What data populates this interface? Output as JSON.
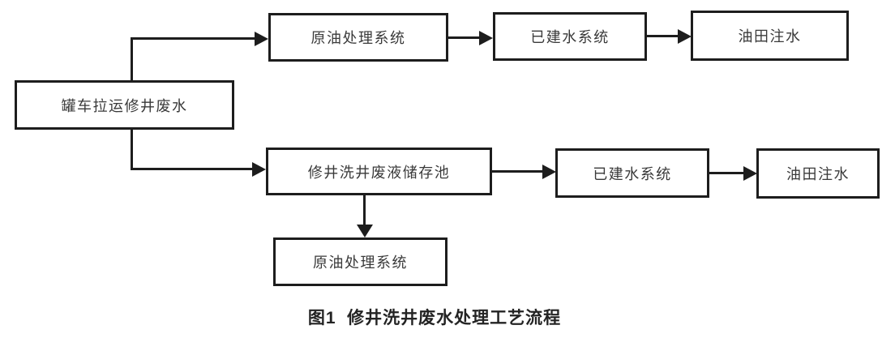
{
  "figure": {
    "caption": "图1  修井洗井废水处理工艺流程"
  },
  "diagram": {
    "type": "flowchart",
    "nodes": {
      "source": {
        "label": "罐车拉运修井废水"
      },
      "top_oil_treatment": {
        "label": "原油处理系统"
      },
      "top_water_system": {
        "label": "已建水系统"
      },
      "top_injection": {
        "label": "油田注水"
      },
      "storage_pool": {
        "label": "修井洗井废液储存池"
      },
      "mid_water_system": {
        "label": "已建水系统"
      },
      "mid_injection": {
        "label": "油田注水"
      },
      "bottom_oil_treatment": {
        "label": "原油处理系统"
      }
    },
    "edges": [
      {
        "from": "source",
        "to": "top_oil_treatment"
      },
      {
        "from": "top_oil_treatment",
        "to": "top_water_system"
      },
      {
        "from": "top_water_system",
        "to": "top_injection"
      },
      {
        "from": "source",
        "to": "storage_pool"
      },
      {
        "from": "storage_pool",
        "to": "mid_water_system"
      },
      {
        "from": "mid_water_system",
        "to": "mid_injection"
      },
      {
        "from": "storage_pool",
        "to": "bottom_oil_treatment"
      }
    ],
    "colors": {
      "line": "#1d1d1d",
      "box_border": "#1d1d1d",
      "box_background": "#ffffff",
      "text": "#3a3a3a",
      "background": "#ffffff"
    }
  }
}
